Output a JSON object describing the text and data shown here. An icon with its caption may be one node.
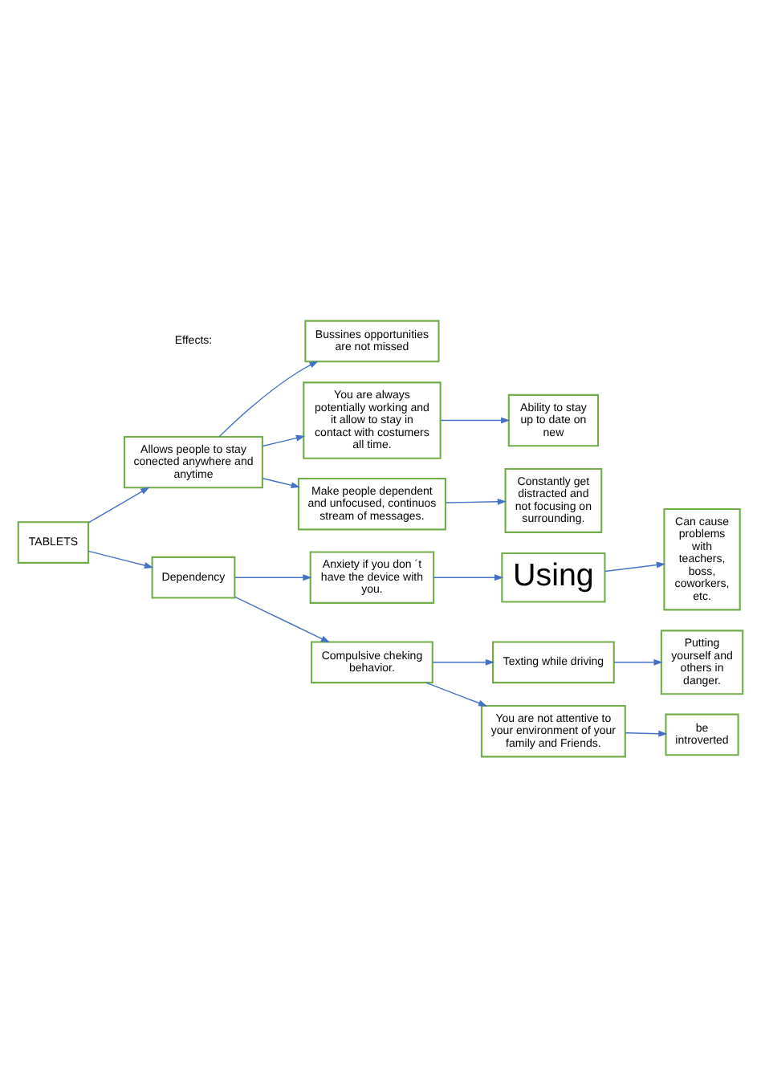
{
  "diagram": {
    "nodes": [
      {
        "text": [
          "TABLETS"
        ]
      },
      {
        "text": [
          "Allows people to stay conected anywhere and anytime"
        ]
      },
      {
        "text": [
          "Bussines opportunities are not missed"
        ]
      },
      {
        "text": [
          "You are always potentially working and it allow to stay in contact with costumers all time."
        ]
      },
      {
        "text": [
          "Ability to stay up to date on new"
        ]
      },
      {
        "text": [
          "Make people dependent and unfocused, continuos stream of messages."
        ]
      },
      {
        "text": [
          "Constantly get distracted and not focusing on surrounding."
        ]
      },
      {
        "text": [
          "Dependency"
        ]
      },
      {
        "text": [
          "Anxiety if you don ´t have the device with you."
        ]
      },
      {
        "text": [
          "Using"
        ]
      },
      {
        "text": [
          "Can cause problems with teachers, boss, coworkers, etc."
        ]
      },
      {
        "text": [
          "Compulsive cheking behavior."
        ]
      },
      {
        "text": [
          "Texting while driving"
        ]
      },
      {
        "text": [
          "Putting yourself and others in danger."
        ]
      },
      {
        "text": [
          "You are not attentive to your environment of your family and Friends."
        ]
      },
      {
        "text": [
          "be introverted"
        ]
      }
    ],
    "edges": [
      {
        "from": 0,
        "to": 1,
        "arrow": "to"
      },
      {
        "from": 1,
        "to": 2,
        "arrow": "to"
      },
      {
        "from": 1,
        "to": 3,
        "arrow": "to"
      },
      {
        "from": 3,
        "to": 4,
        "arrow": "to"
      },
      {
        "from": 1,
        "to": 5,
        "arrow": "to"
      },
      {
        "from": 5,
        "to": 6,
        "arrow": "to"
      },
      {
        "from": 0,
        "to": 7,
        "arrow": "to"
      },
      {
        "from": 7,
        "to": 8,
        "arrow": "to"
      },
      {
        "from": 8,
        "to": 9,
        "arrow": "to"
      },
      {
        "from": 9,
        "to": 10,
        "arrow": "to"
      },
      {
        "from": 7,
        "to": 11,
        "arrow": "to"
      },
      {
        "from": 11,
        "to": 12,
        "arrow": "to"
      },
      {
        "from": 12,
        "to": 13,
        "arrow": "to"
      },
      {
        "from": 11,
        "to": 14,
        "arrow": "to"
      },
      {
        "from": 14,
        "to": 15,
        "arrow": "to"
      }
    ],
    "labels": [
      "Effects:"
    ]
  }
}
